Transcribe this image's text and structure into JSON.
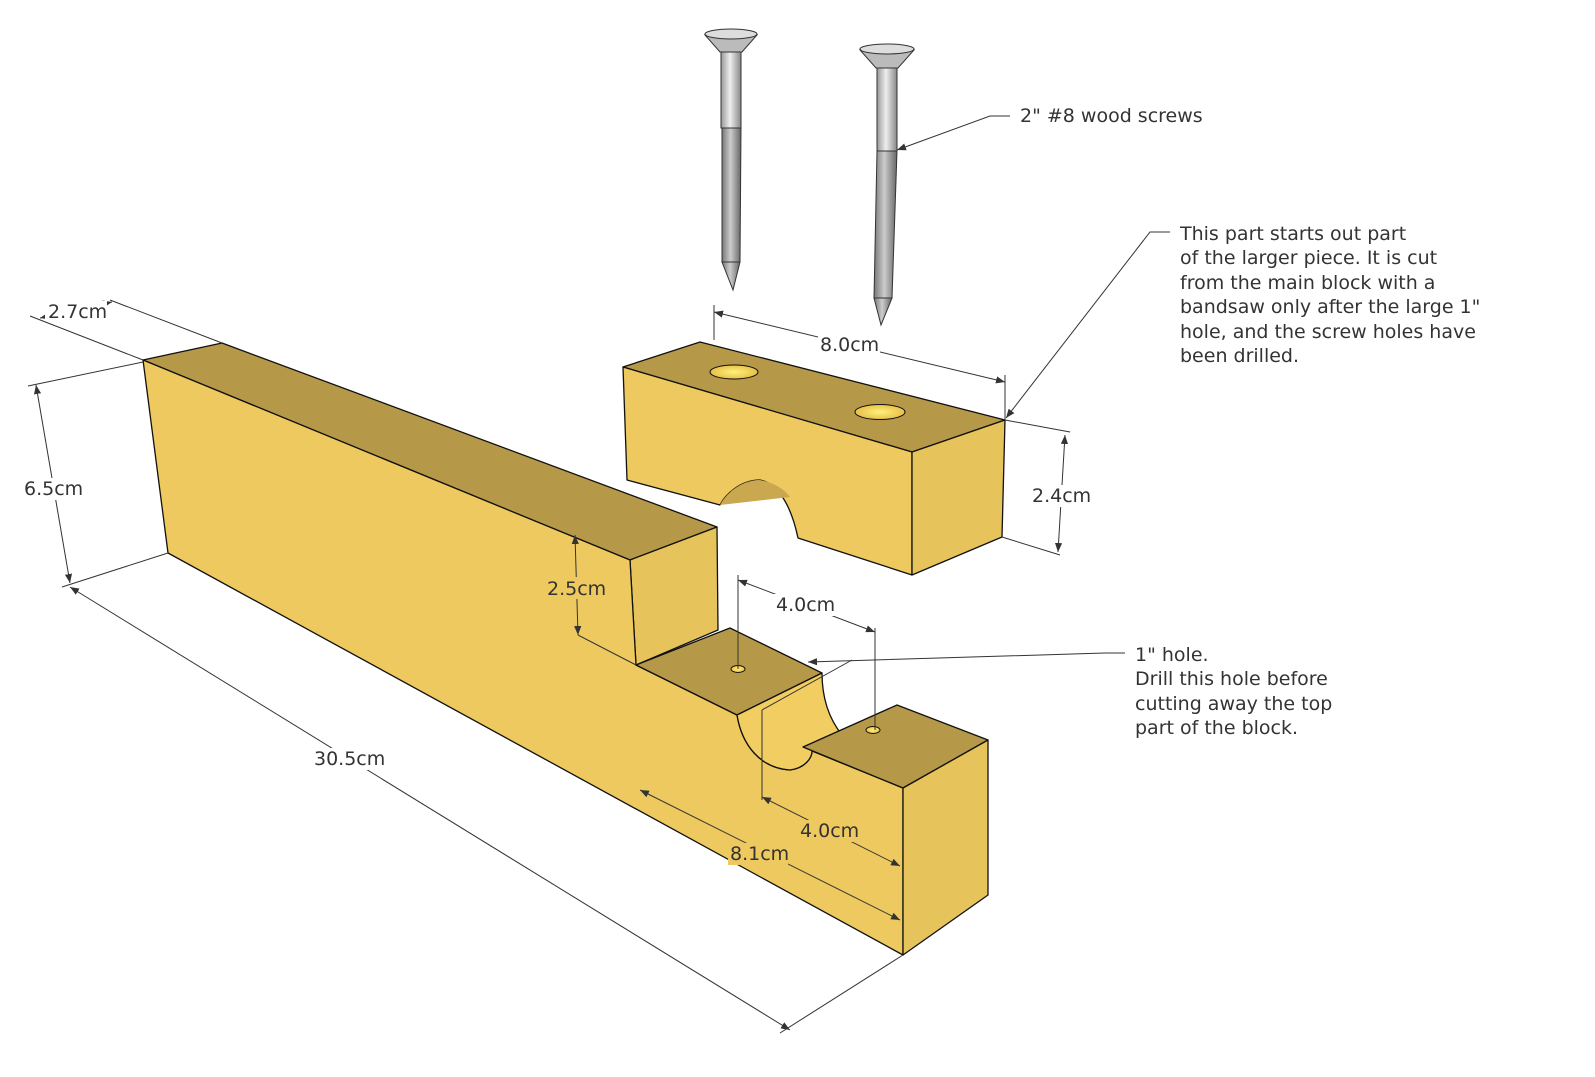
{
  "dimensions": {
    "width_main": "2.7cm",
    "height_main": "6.5cm",
    "length_main": "30.5cm",
    "notch_depth": "2.5cm",
    "hole_spacing_top": "4.0cm",
    "hole_spacing_bottom": "4.0cm",
    "notch_length": "8.1cm",
    "cap_length": "8.0cm",
    "cap_height": "2.4cm"
  },
  "notes": {
    "screws": "2\" #8 wood screws",
    "cap_part": [
      "This part starts out part",
      "of the larger piece.  It is cut",
      "from the main block with a",
      "bandsaw only after the large 1\"",
      "hole, and the screw holes have",
      "been drilled."
    ],
    "hole": [
      "1\" hole.",
      "Drill this hole before",
      "cutting away the top",
      "part of the block."
    ]
  },
  "colors": {
    "top": "#b59848",
    "front": "#edc95f",
    "side": "#e7c45b"
  }
}
